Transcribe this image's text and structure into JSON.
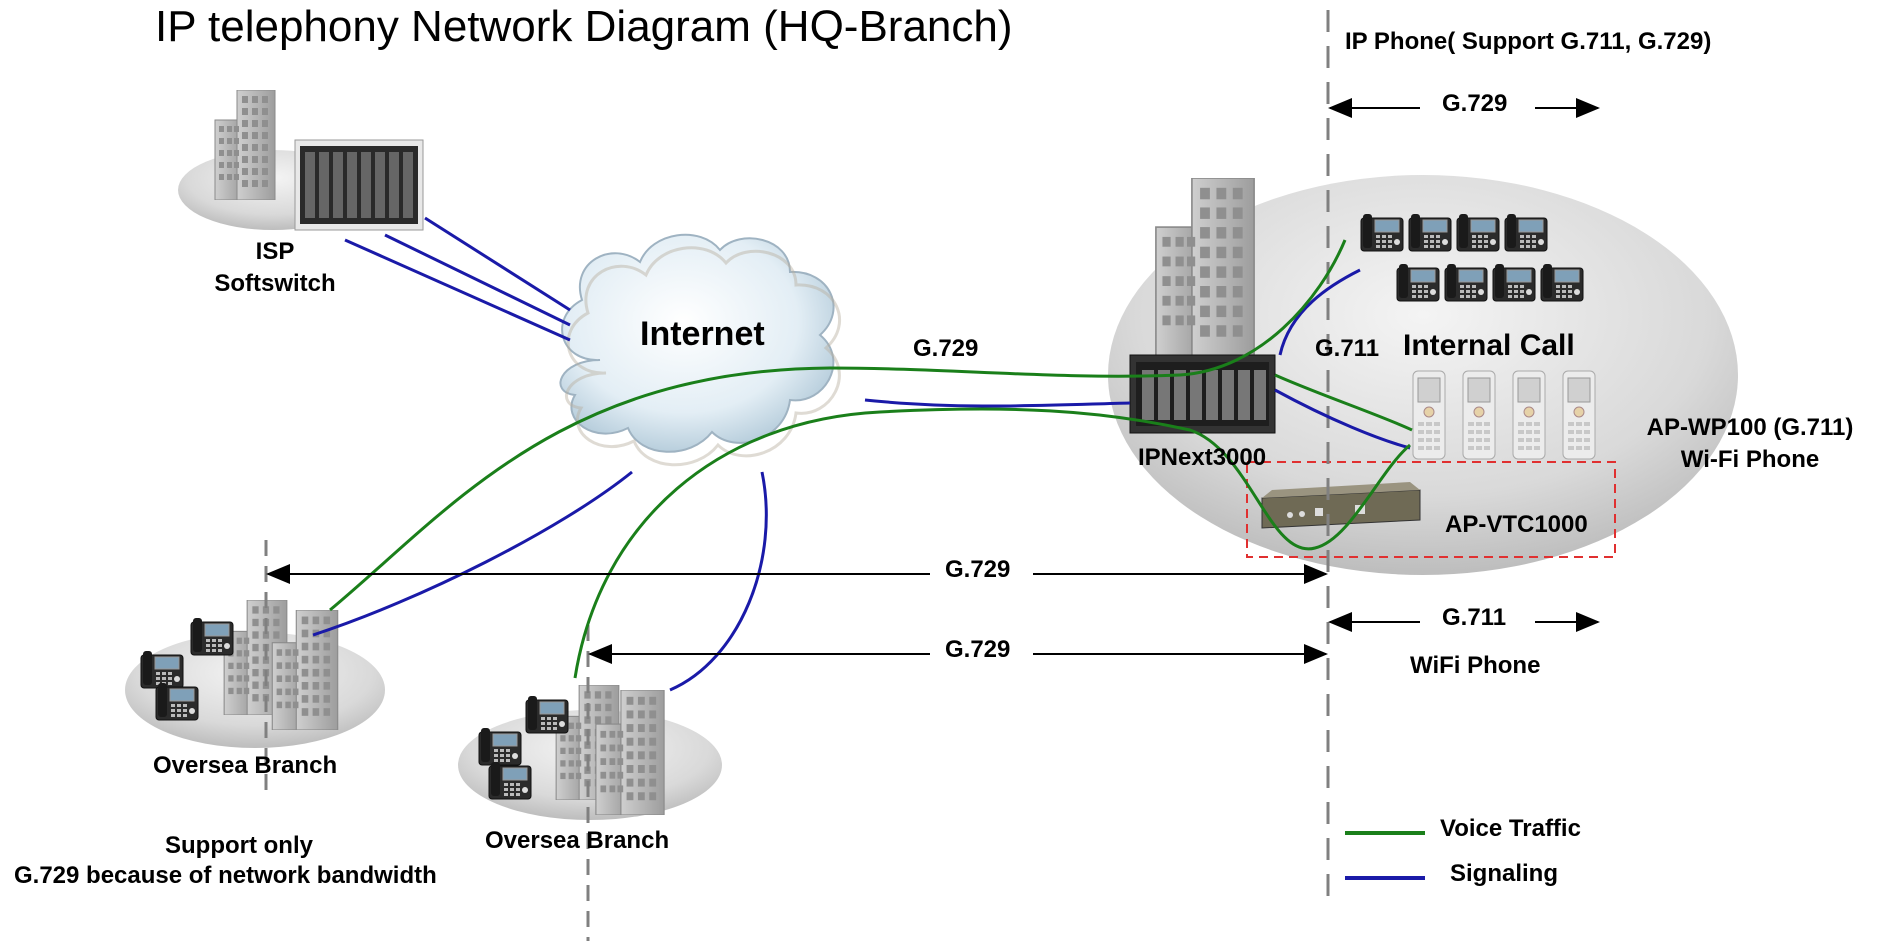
{
  "title": "IP telephony Network Diagram (HQ-Branch)",
  "labels": {
    "isp": "ISP",
    "softswitch": "Softswitch",
    "internet": "Internet",
    "g729_top": "G.729",
    "g711_hq": "G.711",
    "internal_call": "Internal Call",
    "ipnext": "IPNext3000",
    "ap_vtc": "AP-VTC1000",
    "ap_wp100": "AP-WP100 (G.711)",
    "wifi_phone_right": "Wi-Fi Phone",
    "ip_phone_support": "IP Phone( Support G.711, G.729)",
    "g729_ipphone": "G.729",
    "g729_branch1": "G.729",
    "g729_branch2": "G.729",
    "g711_wifi": "G.711",
    "wifi_phone_label": "WiFi Phone",
    "oversea_branch_1": "Oversea Branch",
    "oversea_branch_2": "Oversea Branch",
    "support_only": "Support only",
    "support_reason": "G.729 because of network bandwidth"
  },
  "legend": [
    {
      "label": "Voice Traffic",
      "color": "#1a7f1a"
    },
    {
      "label": "Signaling",
      "color": "#1a1aa8"
    }
  ],
  "colors": {
    "voice": "#1a7f1a",
    "signaling": "#1a1aa8",
    "dashed_box": "#e03030",
    "divider": "#808080"
  },
  "icons": [
    "building-icon",
    "server-icon",
    "cloud-icon",
    "ip-phone-icon",
    "wifi-phone-icon",
    "gateway-icon"
  ]
}
